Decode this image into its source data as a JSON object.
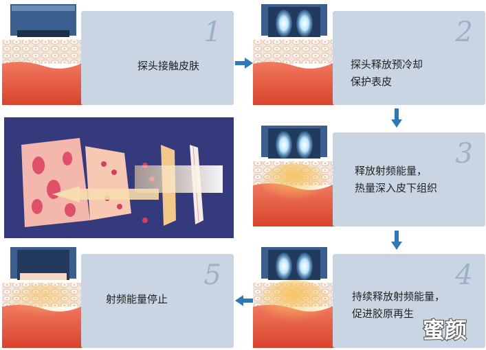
{
  "steps": [
    {
      "number": "1",
      "text": "探头接触皮肤"
    },
    {
      "number": "2",
      "text": "探头释放预冷却\n保护表皮"
    },
    {
      "number": "3",
      "text": "释放射频能量，\n热量深入皮下组织"
    },
    {
      "number": "4",
      "text": "持续释放射频能量，\n促进胶原再生"
    },
    {
      "number": "5",
      "text": "射频能量停止"
    }
  ],
  "watermark": "蜜颜",
  "colors": {
    "card": "#c9d5e3",
    "number": "#9db0c8",
    "arrow": "#2f78b8",
    "skin_top": "#f3dccf",
    "skin_deep": "#e4573d",
    "probe": "#3b5f8e",
    "panel_bg": "#2a2e6e"
  }
}
